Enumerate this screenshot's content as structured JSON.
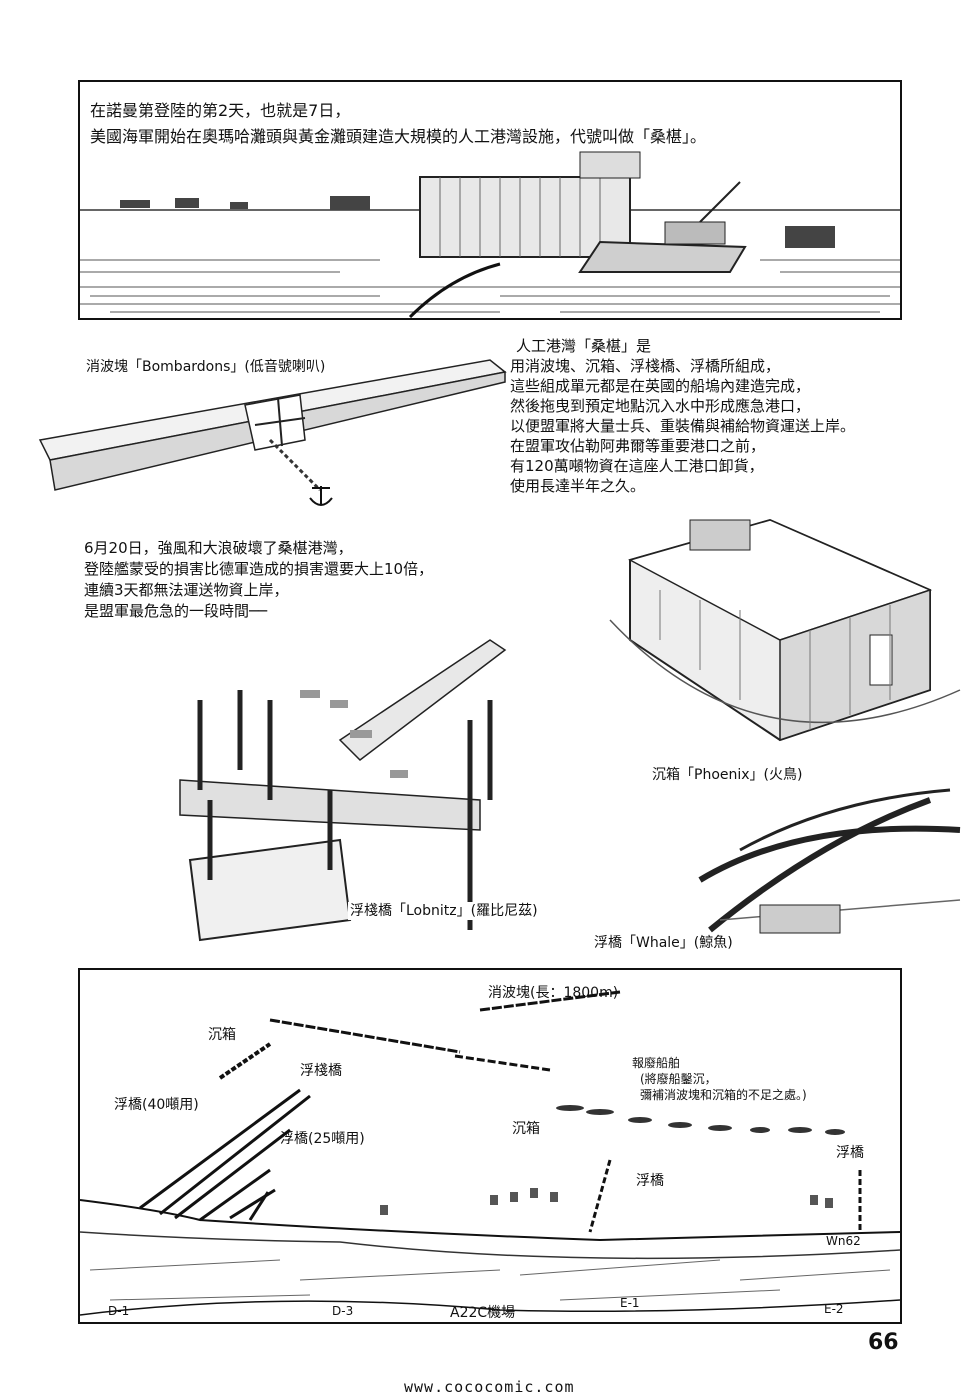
{
  "top_panel": {
    "line1": "在諾曼第登陸的第2天，也就是7日，",
    "line2": "美國海軍開始在奧瑪哈灘頭與黃金灘頭建造大規模的人工港灣設施，代號叫做「桑椹」。"
  },
  "bombardons_label": "消波塊「Bombardons」(低音號喇叭)",
  "mulberry_text": [
    "人工港灣「桑椹」是",
    "用消波塊、沉箱、浮棧橋、浮橋所組成，",
    "這些組成單元都是在英國的船塢內建造完成，",
    "然後拖曳到預定地點沉入水中形成應急港口，",
    "以便盟軍將大量士兵、重裝備與補給物資運送上岸。",
    "在盟軍攻佔勒阿弗爾等重要港口之前，",
    "有120萬噸物資在這座人工港口卸貨，",
    "使用長達半年之久。"
  ],
  "storm_text": [
    "6月20日，強風和大浪破壞了桑椹港灣，",
    "登陸艦蒙受的損害比德軍造成的損害還要大上10倍，",
    "連續3天都無法運送物資上岸，",
    "是盟軍最危急的一段時間──"
  ],
  "labels": {
    "phoenix": "沉箱「Phoenix」(火鳥)",
    "lobnitz": "浮棧橋「Lobnitz」(羅比尼茲)",
    "whale": "浮橋「Whale」(鯨魚)"
  },
  "map": {
    "breakwater": "消波塊(長：1800m)",
    "caisson_a": "沉箱",
    "pier": "浮棧橋",
    "bridge_40": "浮橋(40噸用)",
    "bridge_25": "浮橋(25噸用)",
    "blockship_1": "報廢船舶",
    "blockship_2": "(將廢船鑿沉，",
    "blockship_3": "彌補消波塊和沉箱的不足之處。)",
    "caisson_b": "沉箱",
    "bridge_mid": "浮橋",
    "bridge_right": "浮橋",
    "wn62": "Wn62",
    "d1": "D-1",
    "d3": "D-3",
    "airfield": "A22C機場",
    "e1": "E-1",
    "e2": "E-2"
  },
  "page_number": "66",
  "footer": "www.cococomic.com"
}
